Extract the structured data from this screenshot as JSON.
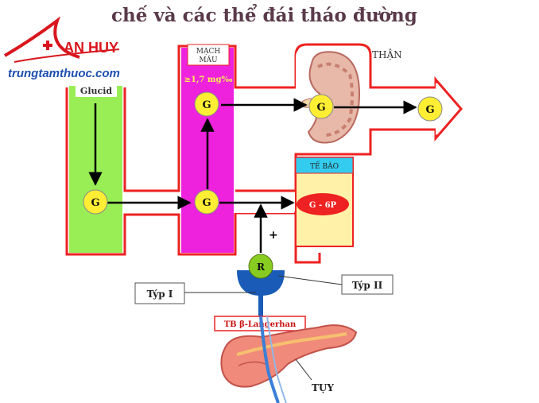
{
  "title": "chế và các thể đái tháo đường",
  "logo": {
    "name": "AN HUY",
    "website": "trungtamthuoc.com"
  },
  "labels": {
    "glucid": "Glucid",
    "mach_mau_line1": "MẠCH",
    "mach_mau_line2": "MÁU",
    "mach_mau_value": "≥1,7 mg‰",
    "than": "THẬN",
    "te_bao": "TẾ BÀO",
    "g6p": "G - 6P",
    "plus": "+",
    "typ1": "Týp I",
    "typ2": "Týp II",
    "langerhans": "TB β-Langerhan",
    "tuy": "TỤY"
  },
  "nodes": {
    "glucose": "G",
    "receptor": "R"
  },
  "colors": {
    "glucid_column": "#99ee55",
    "blood_column": "#ee22dd",
    "cell_box": "#fff2a8",
    "cell_header": "#33ccee",
    "outline": "#ee2222",
    "node_fill": "#ffee33",
    "receptor_fill": "#88cc22",
    "receptor_cup": "#1a5bb8",
    "pancreas": "#f08a7a"
  }
}
